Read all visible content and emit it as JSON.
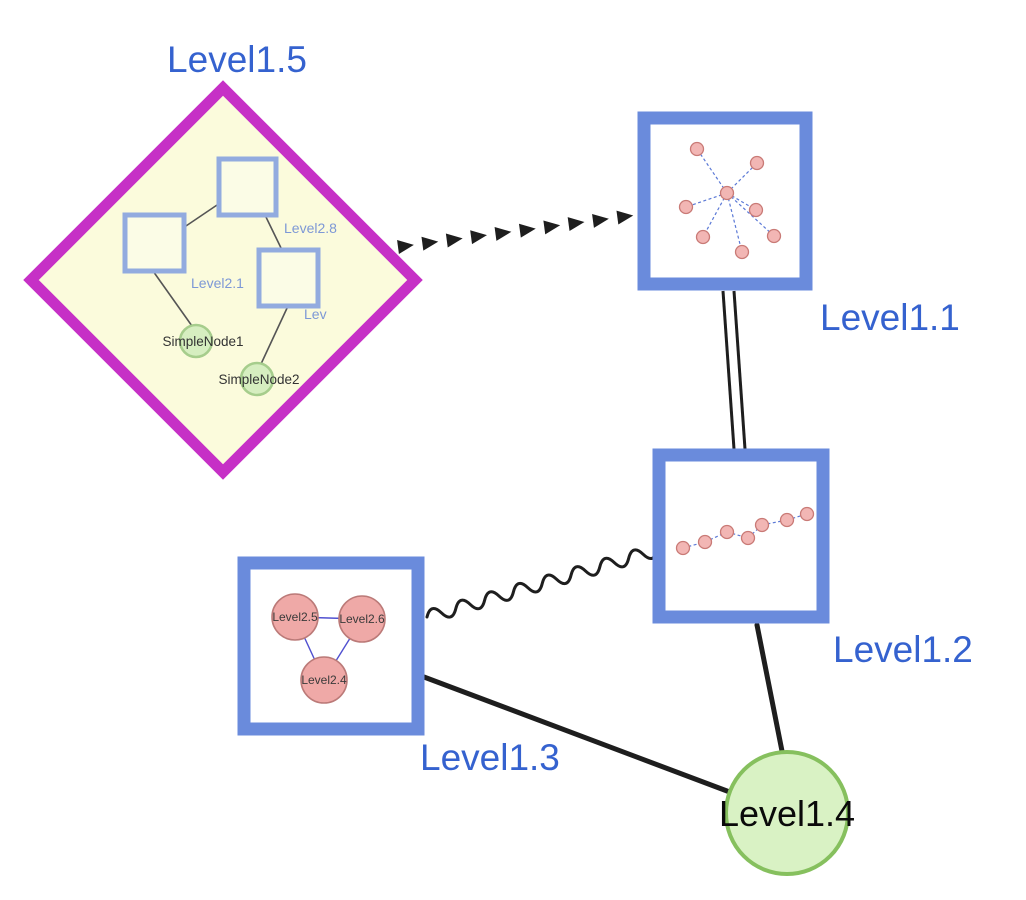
{
  "diagram": {
    "nodes": {
      "level15": {
        "label": "Level1.5",
        "shape": "diamond",
        "border": "#c630c6",
        "fill": "#fbfbdc"
      },
      "level11": {
        "label": "Level1.1",
        "shape": "group-square",
        "border": "#6a8bdc",
        "fill": "#ffffff"
      },
      "level12": {
        "label": "Level1.2",
        "shape": "group-square",
        "border": "#6a8bdc",
        "fill": "#ffffff"
      },
      "level13": {
        "label": "Level1.3",
        "shape": "group-square",
        "border": "#6a8bdc",
        "fill": "#ffffff"
      },
      "level14": {
        "label": "Level1.4",
        "shape": "circle",
        "fill": "#d9f2c4",
        "border": "#86c05e"
      }
    },
    "diamond_children": {
      "level28": {
        "label": "Level2.8",
        "shape": "square"
      },
      "level21": {
        "label": "Level2.1",
        "shape": "square"
      },
      "lev": {
        "label": "Lev",
        "shape": "square"
      },
      "simplenode1": {
        "label": "SimpleNode1",
        "shape": "green-circle"
      },
      "simplenode2": {
        "label": "SimpleNode2",
        "shape": "green-circle"
      }
    },
    "level13_children": {
      "level25": {
        "label": "Level2.5",
        "shape": "pink-circle"
      },
      "level26": {
        "label": "Level2.6",
        "shape": "pink-circle"
      },
      "level24": {
        "label": "Level2.4",
        "shape": "pink-circle"
      }
    },
    "edges": [
      {
        "from": "Level1.5",
        "to": "Level1.1",
        "style": "thick-dashed-arrow"
      },
      {
        "from": "Level1.1",
        "to": "Level1.2",
        "style": "double-line"
      },
      {
        "from": "Level1.3",
        "to": "Level1.2",
        "style": "wavy"
      },
      {
        "from": "Level1.3",
        "to": "Level1.4",
        "style": "solid"
      },
      {
        "from": "Level1.2",
        "to": "Level1.4",
        "style": "solid"
      }
    ],
    "colors": {
      "label_blue": "#3562cf",
      "group_border": "#6a8bdc",
      "diamond_border": "#c630c6",
      "diamond_fill": "#fbfbdc",
      "green_fill": "#d9f2c4",
      "green_border": "#86c05e",
      "pink_fill": "#efa9a7",
      "pink_border": "#bb7a78",
      "edge_color": "#1e1e1e"
    }
  }
}
